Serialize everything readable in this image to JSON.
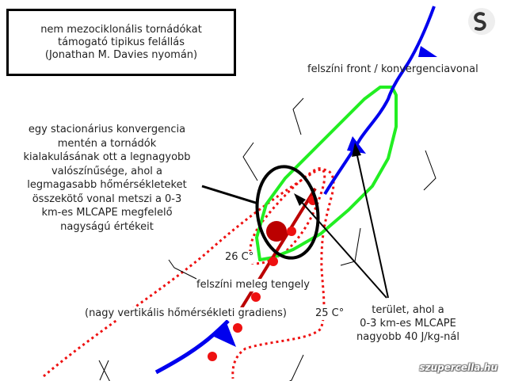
{
  "title_box": {
    "lines": [
      "nem mezociklonális tornádókat",
      "támogató tipikus felállás",
      "(Jonathan M. Davies nyomán)"
    ]
  },
  "labels": {
    "front": "felszíni front / konvergenciavonal",
    "explanation": [
      "egy stacionárius konvergencia",
      "mentén a tornádók",
      "kialakulásának ott a legnagyobb",
      "valószínűsége, ahol a",
      "legmagasabb hőmérsékleteket",
      "összekötő vonal metszi a 0-3",
      "km-es MLCAPE megfelelő",
      "nagyságú értékeit"
    ],
    "temp_26": "26 C°",
    "temp_25": "25 C°",
    "warm_axis": "felszíni meleg tengely",
    "gradient": "(nagy vertikális hőmérsékleti gradiens)",
    "cape_area": [
      "terület, ahol a",
      "0-3 km-es MLCAPE",
      "nagyobb 40 J/kg-nál"
    ]
  },
  "watermark": "szupercella.hu",
  "colors": {
    "front": "#0000ee",
    "cape": "#22ee22",
    "isotherm": "#ee1111",
    "warm_axis": "#bb0000"
  }
}
